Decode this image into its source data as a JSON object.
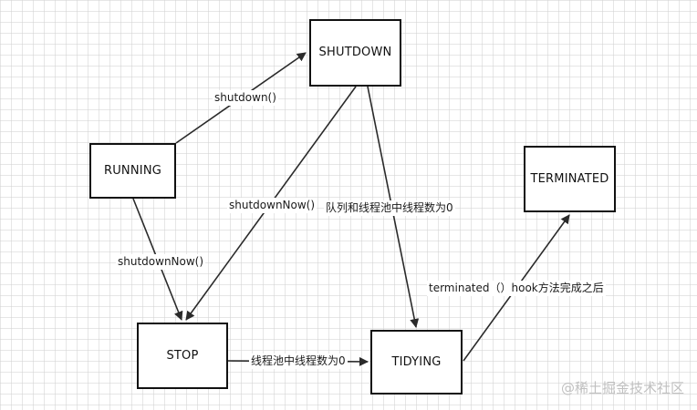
{
  "states": {
    "shutdown": "SHUTDOWN",
    "running": "RUNNING",
    "terminated": "TERMINATED",
    "stop": "STOP",
    "tidying": "TIDYING"
  },
  "transitions": {
    "running_to_shutdown": "shutdown()",
    "shutdown_to_stop": "shutdownNow()",
    "shutdown_to_tidying": "队列和线程池中线程数为0",
    "running_to_stop": "shutdownNow()",
    "tidying_to_terminated": "terminated（）hook方法完成之后",
    "stop_to_tidying": "线程池中线程数为0"
  },
  "watermark": "@稀土掘金技术社区"
}
